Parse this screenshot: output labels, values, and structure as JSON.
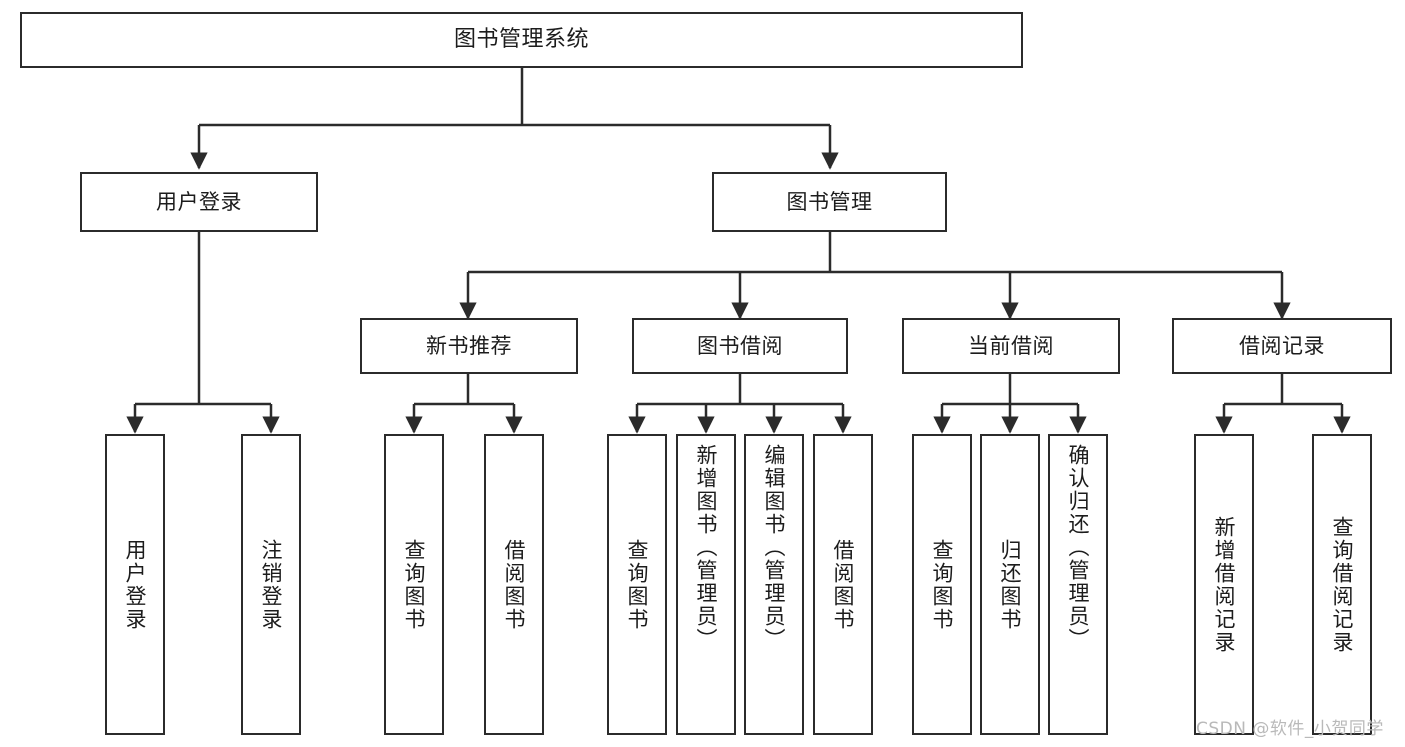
{
  "diagram": {
    "title": "图书管理系统",
    "type": "功能结构图",
    "line_color": "#2b2b2b",
    "box_fill": "#ffffff",
    "text_color": "#1c1c1c",
    "nodes": {
      "root": {
        "label": "图书管理系统"
      },
      "level2": [
        {
          "id": "user-login",
          "label": "用户登录"
        },
        {
          "id": "book-manage",
          "label": "图书管理"
        }
      ],
      "level3": [
        {
          "id": "new-book-recommend",
          "label": "新书推荐"
        },
        {
          "id": "book-borrow",
          "label": "图书借阅"
        },
        {
          "id": "current-borrow",
          "label": "当前借阅"
        },
        {
          "id": "borrow-record",
          "label": "借阅记录"
        }
      ],
      "leaves": {
        "user_login": [
          {
            "id": "leaf-user-login",
            "label": "用户登录"
          },
          {
            "id": "leaf-logout-login",
            "label": "注销登录"
          }
        ],
        "new_book_recommend": [
          {
            "id": "leaf-query-book-1",
            "label": "查询图书"
          },
          {
            "id": "leaf-borrow-book-1",
            "label": "借阅图书"
          }
        ],
        "book_borrow": [
          {
            "id": "leaf-query-book-2",
            "label": "查询图书"
          },
          {
            "id": "leaf-add-book",
            "label": "新增图书（管理员）"
          },
          {
            "id": "leaf-edit-book",
            "label": "编辑图书（管理员）"
          },
          {
            "id": "leaf-borrow-book-2",
            "label": "借阅图书"
          }
        ],
        "current_borrow": [
          {
            "id": "leaf-query-book-3",
            "label": "查询图书"
          },
          {
            "id": "leaf-return-book",
            "label": "归还图书"
          },
          {
            "id": "leaf-confirm-return",
            "label": "确认归还（管理员）"
          }
        ],
        "borrow_record": [
          {
            "id": "leaf-add-record",
            "label": "新增借阅记录"
          },
          {
            "id": "leaf-query-record",
            "label": "查询借阅记录"
          }
        ]
      }
    }
  },
  "watermark": {
    "text": "CSDN @软件_小贺同学"
  }
}
